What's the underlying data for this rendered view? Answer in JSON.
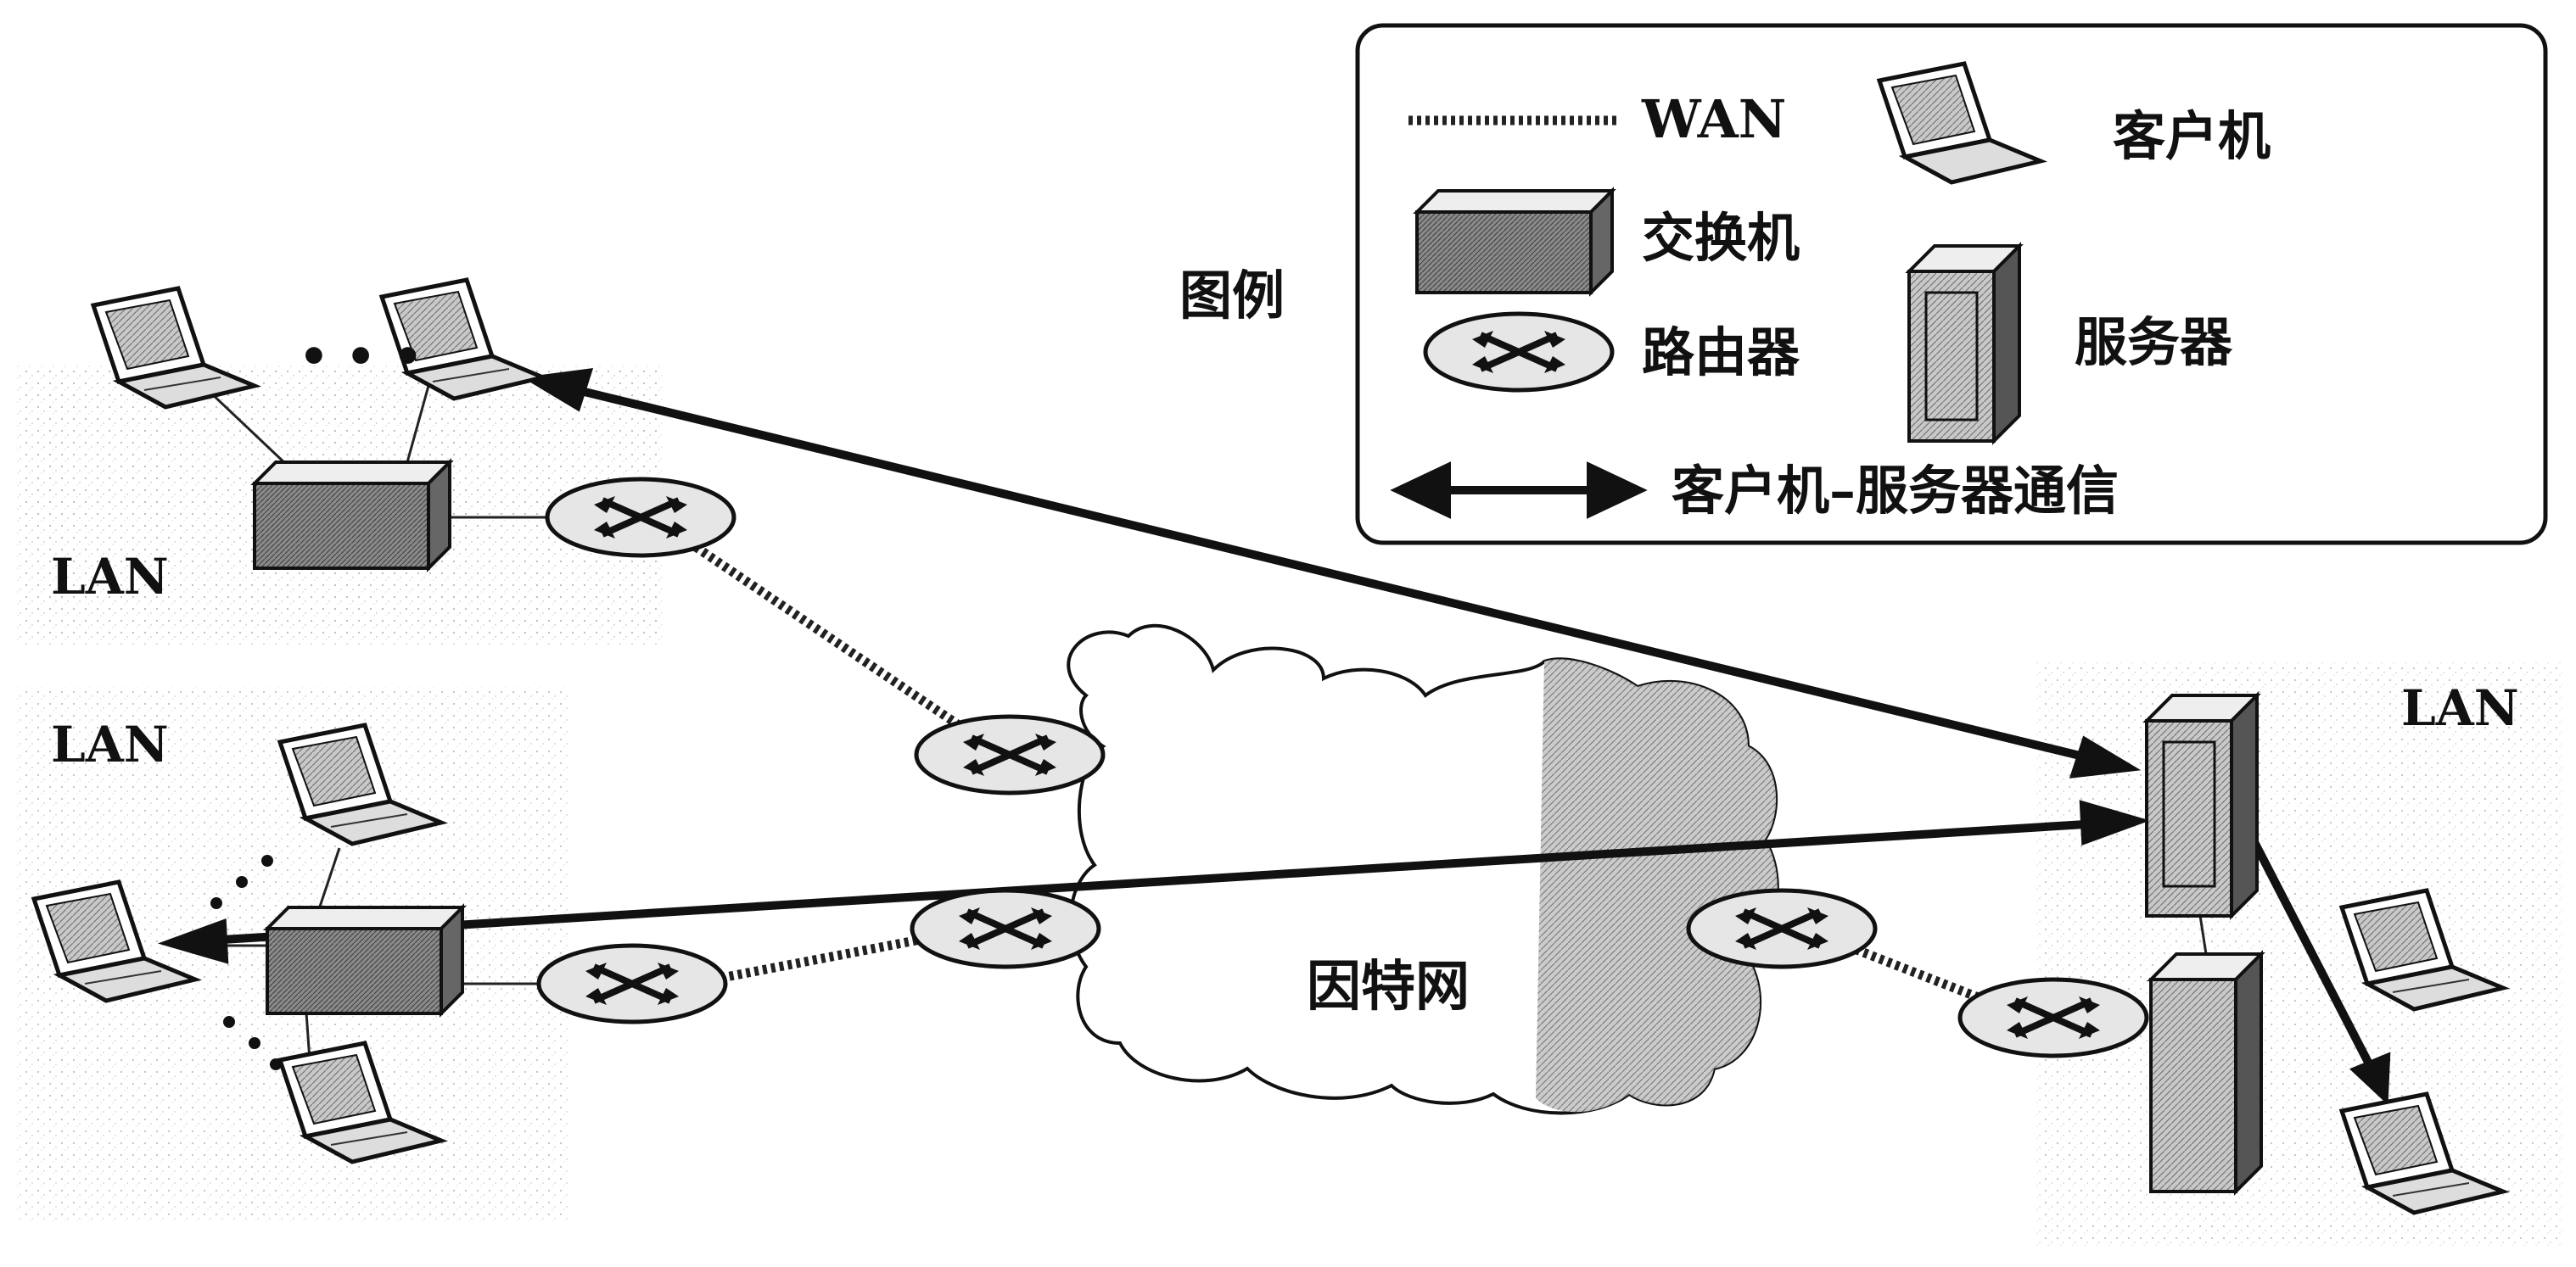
{
  "legend": {
    "title": "图例",
    "wan": "WAN",
    "client": "客户机",
    "switch": "交换机",
    "router": "路由器",
    "server": "服务器",
    "comm": "客户机–服务器通信"
  },
  "network": {
    "internet": "因特网",
    "lan_top_left": "LAN",
    "lan_mid_left": "LAN",
    "lan_right": "LAN"
  },
  "ellipsis": "• • •"
}
